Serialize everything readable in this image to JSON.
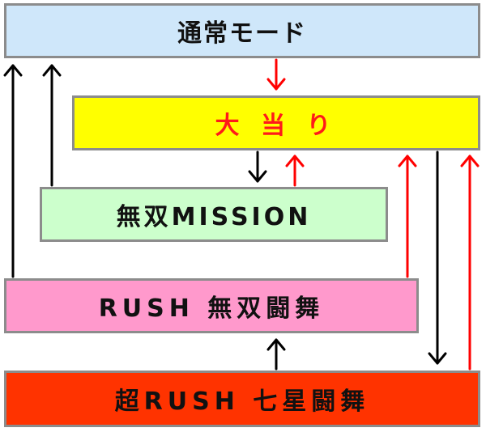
{
  "nodes": {
    "normal_mode": {
      "label": "通常モード",
      "fill": "#cfe7fa",
      "text_color": "#111111"
    },
    "big_hit": {
      "label": "大 当 り",
      "fill": "#ffff00",
      "text_color": "#ff1a1a"
    },
    "musou_mission": {
      "label": "無双MISSION",
      "fill": "#ccffcc",
      "text_color": "#111111"
    },
    "rush_musou": {
      "label": "RUSH 無双闘舞",
      "fill": "#ff99cc",
      "text_color": "#111111"
    },
    "super_rush": {
      "label": "超RUSH 七星闘舞",
      "fill": "#ff3300",
      "text_color": "#111111"
    }
  },
  "colors": {
    "border": "#8c8c8c",
    "arrow_black": "#000000",
    "arrow_red": "#ff0000"
  }
}
